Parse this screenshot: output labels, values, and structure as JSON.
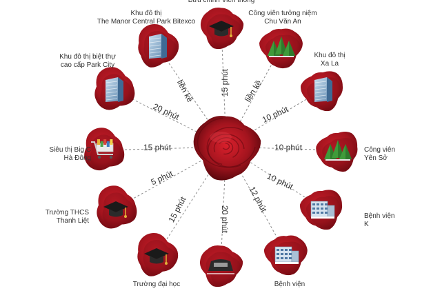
{
  "colors": {
    "petal": "#a3141e",
    "petal_dark": "#6e0a12",
    "line": "#8a8a8a",
    "text": "#333333",
    "tree": "#3f9b3a"
  },
  "center": {
    "icon": "rose-icon"
  },
  "destinations": [
    {
      "key": "buu-chinh",
      "name": [
        "Bưu chính Viễn thông"
      ],
      "icon": "graduation-cap-icon",
      "time": "15 phút"
    },
    {
      "key": "cong-vien-chu-van-an",
      "name": [
        "Công viên tưởng niệm",
        "Chu Văn An"
      ],
      "icon": "trees-icon",
      "time": "liền kề"
    },
    {
      "key": "xa-la",
      "name": [
        "Khu đô thị",
        "Xa La"
      ],
      "icon": "building-icon",
      "time": "10 phút"
    },
    {
      "key": "yen-so",
      "name": [
        "Công viên",
        "Yên Sở"
      ],
      "icon": "trees-icon",
      "time": "10 phút"
    },
    {
      "key": "benh-vien-k",
      "name": [
        "Bệnh viện",
        "K"
      ],
      "icon": "hospital-icon",
      "time": "10 phút"
    },
    {
      "key": "benh-vien-2",
      "name": [
        "Bệnh viện"
      ],
      "icon": "hospital-icon",
      "time": "12 phút"
    },
    {
      "key": "ga-tau",
      "name": [],
      "icon": "train-icon",
      "time": "20 phút"
    },
    {
      "key": "truong-dai-hoc",
      "name": [
        "Trường đại học"
      ],
      "icon": "graduation-cap-icon",
      "time": "15 phút"
    },
    {
      "key": "thcs-thanh-liet",
      "name": [
        "Trường THCS",
        "Thanh Liệt"
      ],
      "icon": "graduation-cap-icon",
      "time": "5 phút"
    },
    {
      "key": "big-c",
      "name": [
        "Siêu thị Big C",
        "Hà Đông"
      ],
      "icon": "shopping-cart-icon",
      "time": "15 phút"
    },
    {
      "key": "park-city",
      "name": [
        "Khu đô thị biệt thự",
        "cao cấp Park City"
      ],
      "icon": "building-icon",
      "time": "20 phút"
    },
    {
      "key": "manor",
      "name": [
        "Khu đô thị",
        "The Manor Central Park Bitexco"
      ],
      "icon": "building-icon",
      "time": "liền kề"
    }
  ]
}
